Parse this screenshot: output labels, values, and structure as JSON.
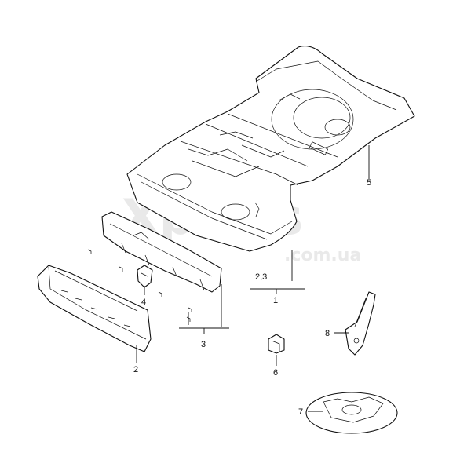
{
  "watermark": {
    "brand": "Xparts",
    "domain": ".com.ua"
  },
  "callouts": {
    "c1": "1",
    "c23": "2,3",
    "c2": "2",
    "c3": "3",
    "c4": "4",
    "c5": "5",
    "c6": "6",
    "c7": "7",
    "c8": "8"
  }
}
